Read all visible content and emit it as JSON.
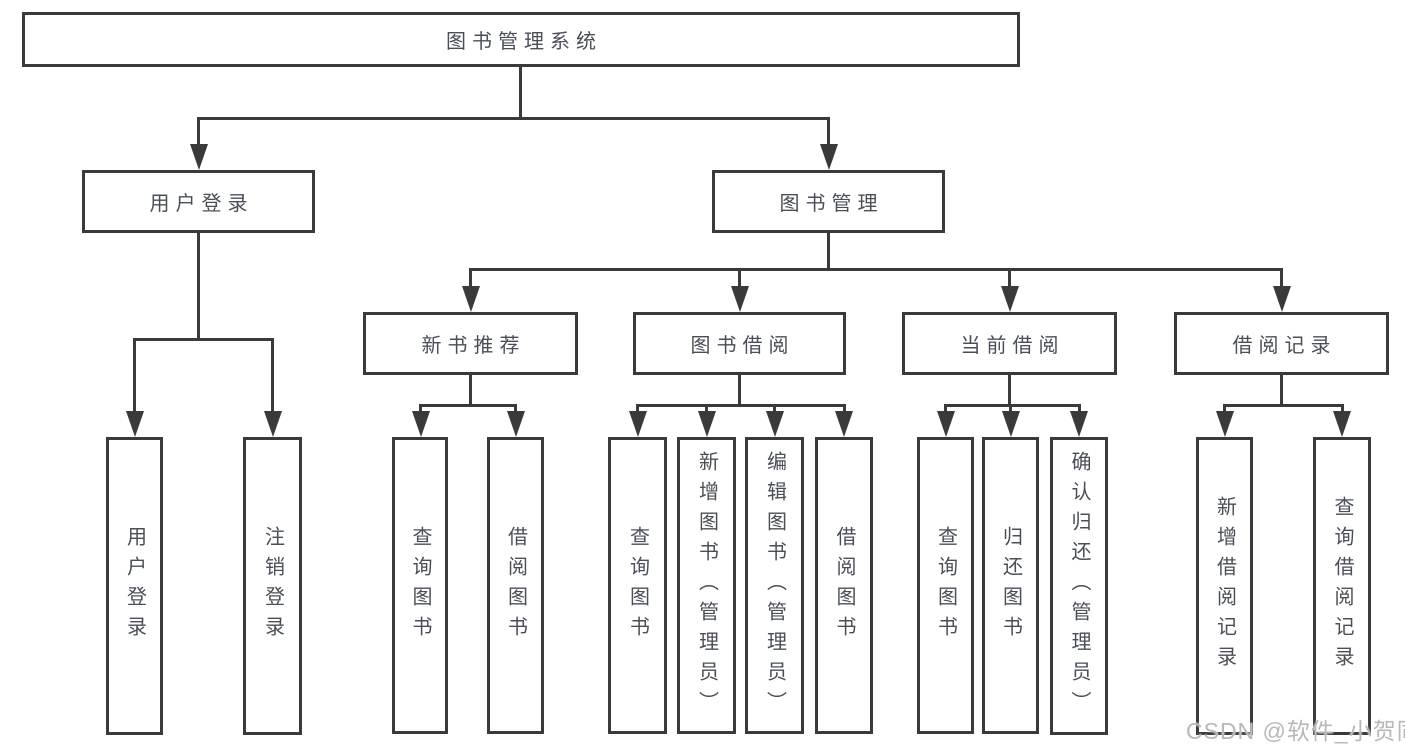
{
  "diagram": {
    "root": {
      "label": "图书管理系统"
    },
    "branches": [
      {
        "label": "用户登录",
        "children": [
          {
            "label": "用户登录"
          },
          {
            "label": "注销登录"
          }
        ]
      },
      {
        "label": "图书管理",
        "children": [
          {
            "label": "新书推荐",
            "children": [
              {
                "label": "查询图书"
              },
              {
                "label": "借阅图书"
              }
            ]
          },
          {
            "label": "图书借阅",
            "children": [
              {
                "label": "查询图书"
              },
              {
                "label": "新增图书（管理员）"
              },
              {
                "label": "编辑图书（管理员）"
              },
              {
                "label": "借阅图书"
              }
            ]
          },
          {
            "label": "当前借阅",
            "children": [
              {
                "label": "查询图书"
              },
              {
                "label": "归还图书"
              },
              {
                "label": "确认归还（管理员）"
              }
            ]
          },
          {
            "label": "借阅记录",
            "children": [
              {
                "label": "新增借阅记录"
              },
              {
                "label": "查询借阅记录"
              }
            ]
          }
        ]
      }
    ]
  },
  "watermark": "CSDN @软件_小贺同学",
  "colors": {
    "line": "#3a3a3a",
    "text": "#4a4f57",
    "watermark": "#b8b8b8",
    "background": "#ffffff"
  }
}
